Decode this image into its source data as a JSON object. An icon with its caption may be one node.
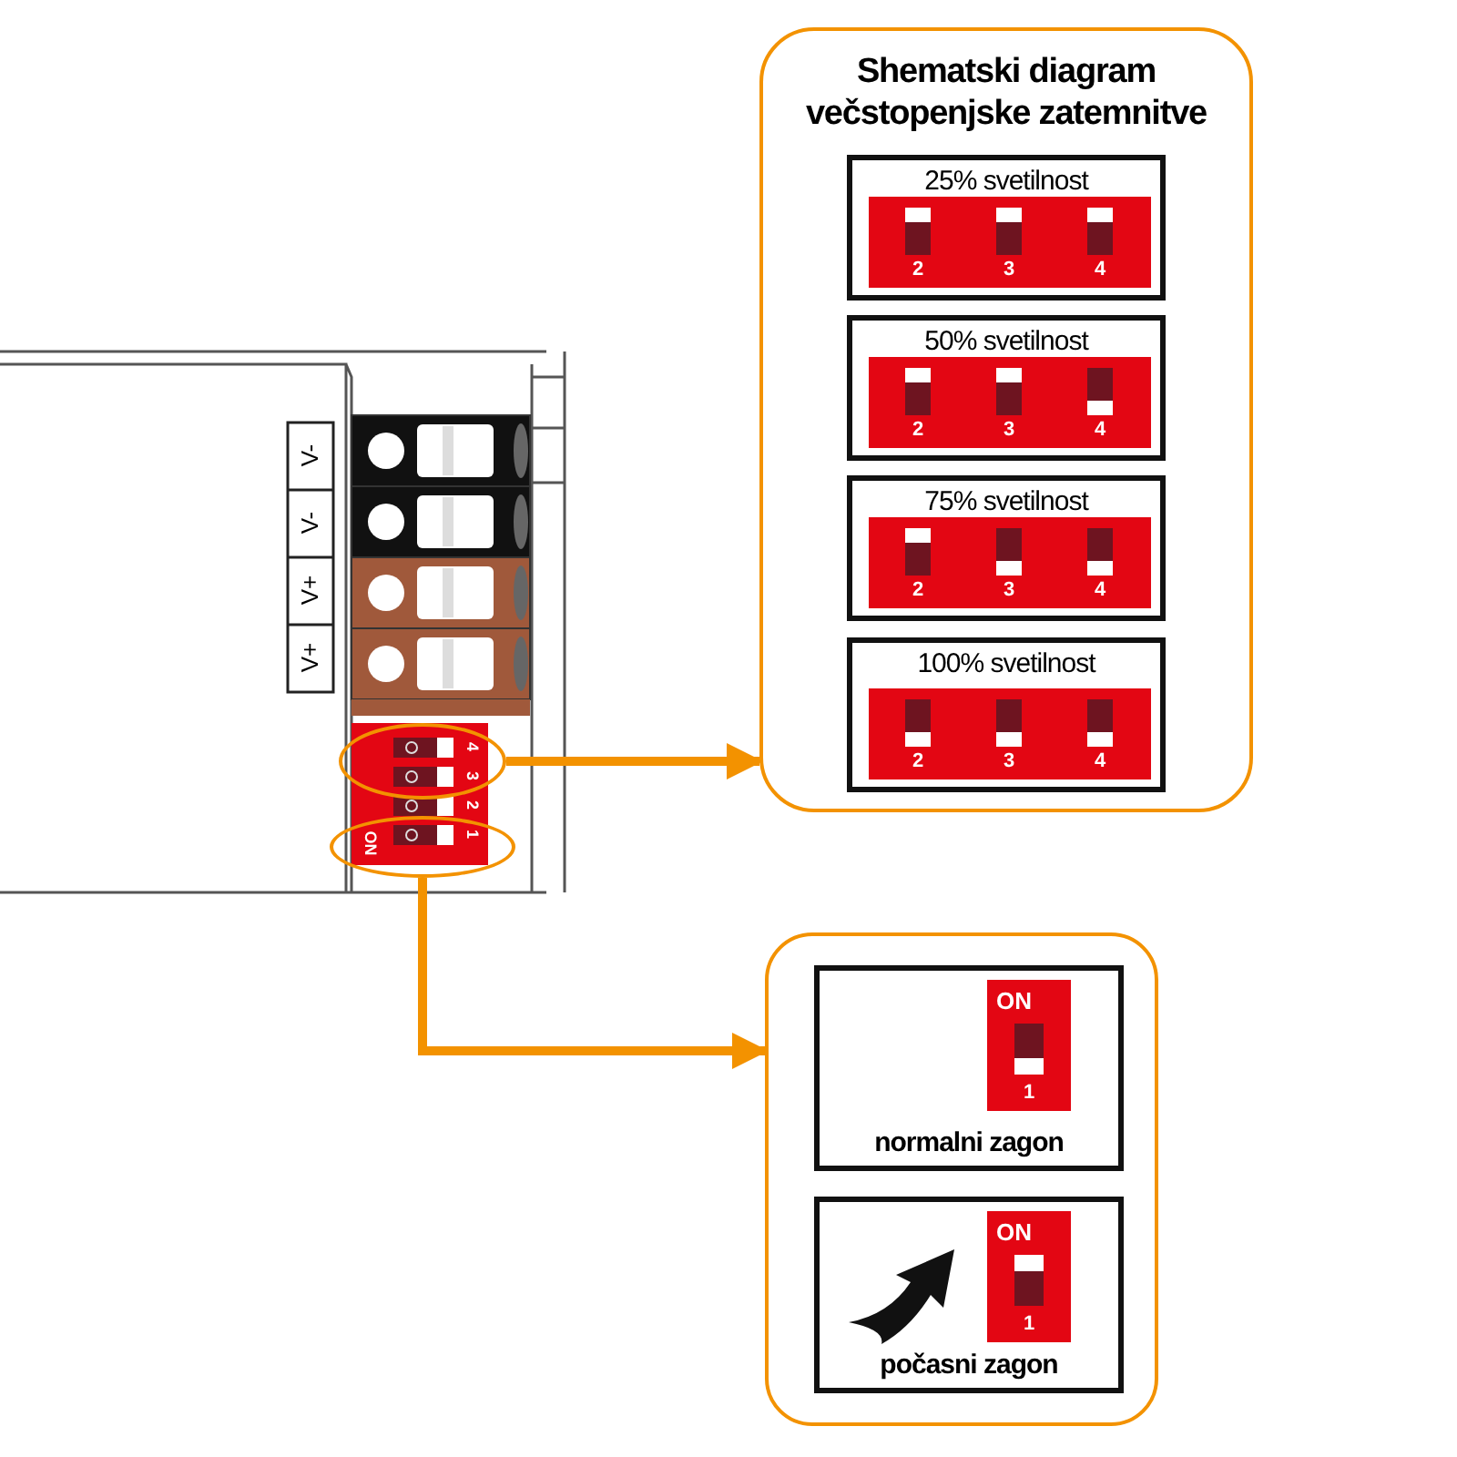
{
  "diagram": {
    "nodes": [
      {
        "text": [
          "Shematski diagram večstopenjske zatemnitve"
        ]
      },
      {
        "text": [
          "25% svetilnost",
          "2",
          "3",
          "4"
        ],
        "in": 0
      },
      {
        "text": [
          "50% svetilnost",
          "2",
          "3",
          "4"
        ],
        "in": 0
      },
      {
        "text": [
          "75% svetilnost",
          "2",
          "3",
          "4"
        ],
        "in": 0
      },
      {
        "text": [
          "100% svetilnost",
          "2",
          "3",
          "4"
        ],
        "in": 0
      },
      {
        "text": [],
        "shape": "ellipse"
      },
      {
        "text": [],
        "shape": "ellipse"
      },
      {
        "text": [],
        "shape": "box"
      },
      {
        "text": [
          "ON",
          "1",
          "normalni zagon"
        ],
        "in": 7
      },
      {
        "text": [
          "ON",
          "1",
          "počasni zagon"
        ],
        "in": 7
      }
    ],
    "edges": [
      {
        "from": 5,
        "to": 0,
        "arrow": "to"
      },
      {
        "from": 6,
        "to": 7,
        "arrow": "to"
      }
    ],
    "labels": [
      "V-",
      "V-",
      "V+",
      "V+",
      "4",
      "3",
      "2",
      "1",
      "ON"
    ]
  }
}
